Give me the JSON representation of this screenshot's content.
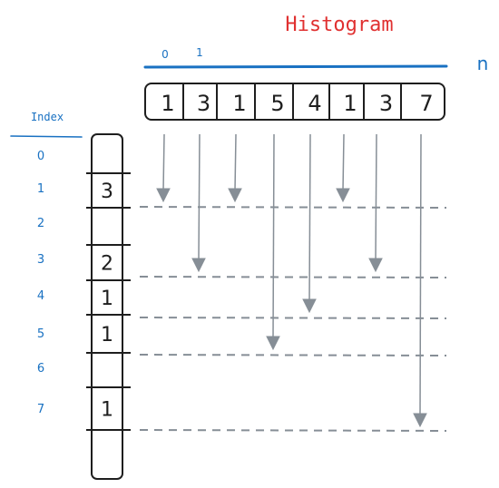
{
  "title": "Histogram",
  "top_labels": [
    "0",
    "1"
  ],
  "n_label": "n",
  "array_values": [
    "1",
    "3",
    "1",
    "5",
    "4",
    "1",
    "3",
    "7"
  ],
  "index_header": "Index",
  "index_labels": [
    "0",
    "1",
    "2",
    "3",
    "4",
    "5",
    "6",
    "7"
  ],
  "counts": [
    "",
    "3",
    "",
    "2",
    "1",
    "1",
    "",
    "1"
  ],
  "colors": {
    "title": "#e03131",
    "blue": "#1971c2",
    "ink": "#1e1e1e",
    "arrow": "#868e96",
    "dash": "#868e96"
  }
}
